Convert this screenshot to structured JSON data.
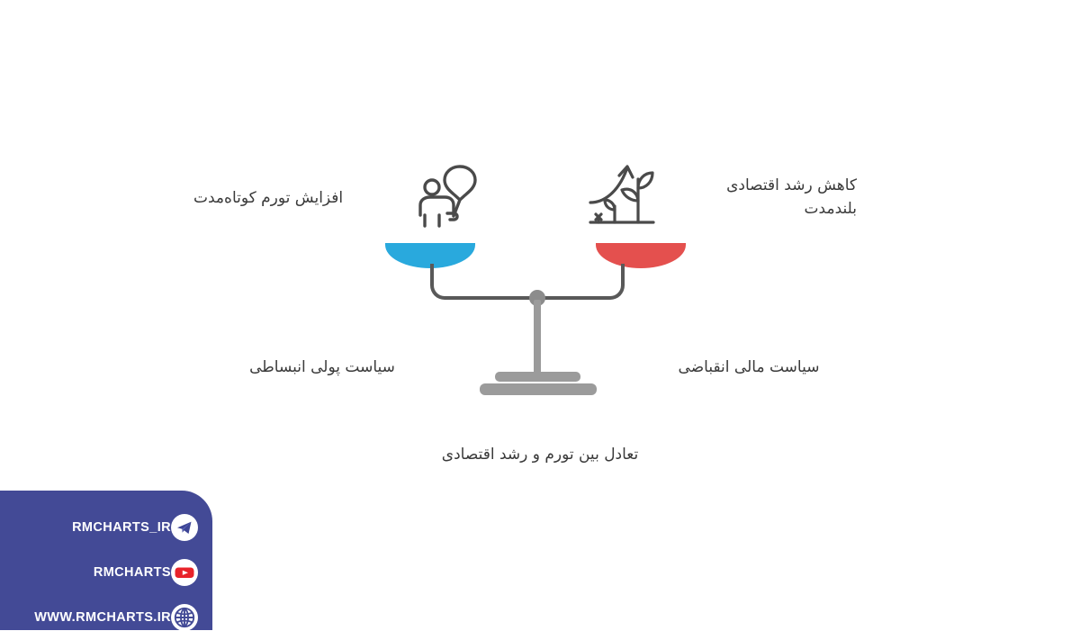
{
  "diagram": {
    "caption": "تعادل بین تورم و رشد اقتصادی",
    "left_side": {
      "icon": "person-with-balloon-icon",
      "pan_color": "#29a9dd",
      "top_label": "افزایش تورم کوتاه‌مدت",
      "bottom_label": "سیاست پولی انبساطی"
    },
    "right_side": {
      "icon": "growing-plant-arrow-icon",
      "pan_color": "#e4504e",
      "top_label": "کاهش رشد اقتصادی\nبلندمدت",
      "bottom_label": "سیاست مالی انقباضی"
    },
    "scale_colors": {
      "beam": "#595959",
      "stand": "#9b9b9b",
      "fulcrum": "#8c8c8c"
    }
  },
  "branding": {
    "panel_color": "#434a96",
    "items": [
      {
        "icon": "telegram-icon",
        "label": "RMCHARTS_IR"
      },
      {
        "icon": "youtube-icon",
        "label": "RMCHARTS"
      },
      {
        "icon": "globe-icon",
        "label": "WWW.RMCHARTS.IR"
      }
    ]
  },
  "chart_data": {
    "type": "diagram",
    "title": "تعادل بین تورم و رشد اقتصادی",
    "subtype": "balance-scale",
    "sides": [
      {
        "side": "left",
        "cause": "سیاست پولی انبساطی",
        "effect": "افزایش تورم کوتاه‌مدت",
        "color": "#29a9dd",
        "icon": "person-with-balloon-icon"
      },
      {
        "side": "right",
        "cause": "سیاست مالی انقباضی",
        "effect": "کاهش رشد اقتصادی بلندمدت",
        "color": "#e4504e",
        "icon": "growing-plant-arrow-icon"
      }
    ],
    "state": "balanced"
  }
}
